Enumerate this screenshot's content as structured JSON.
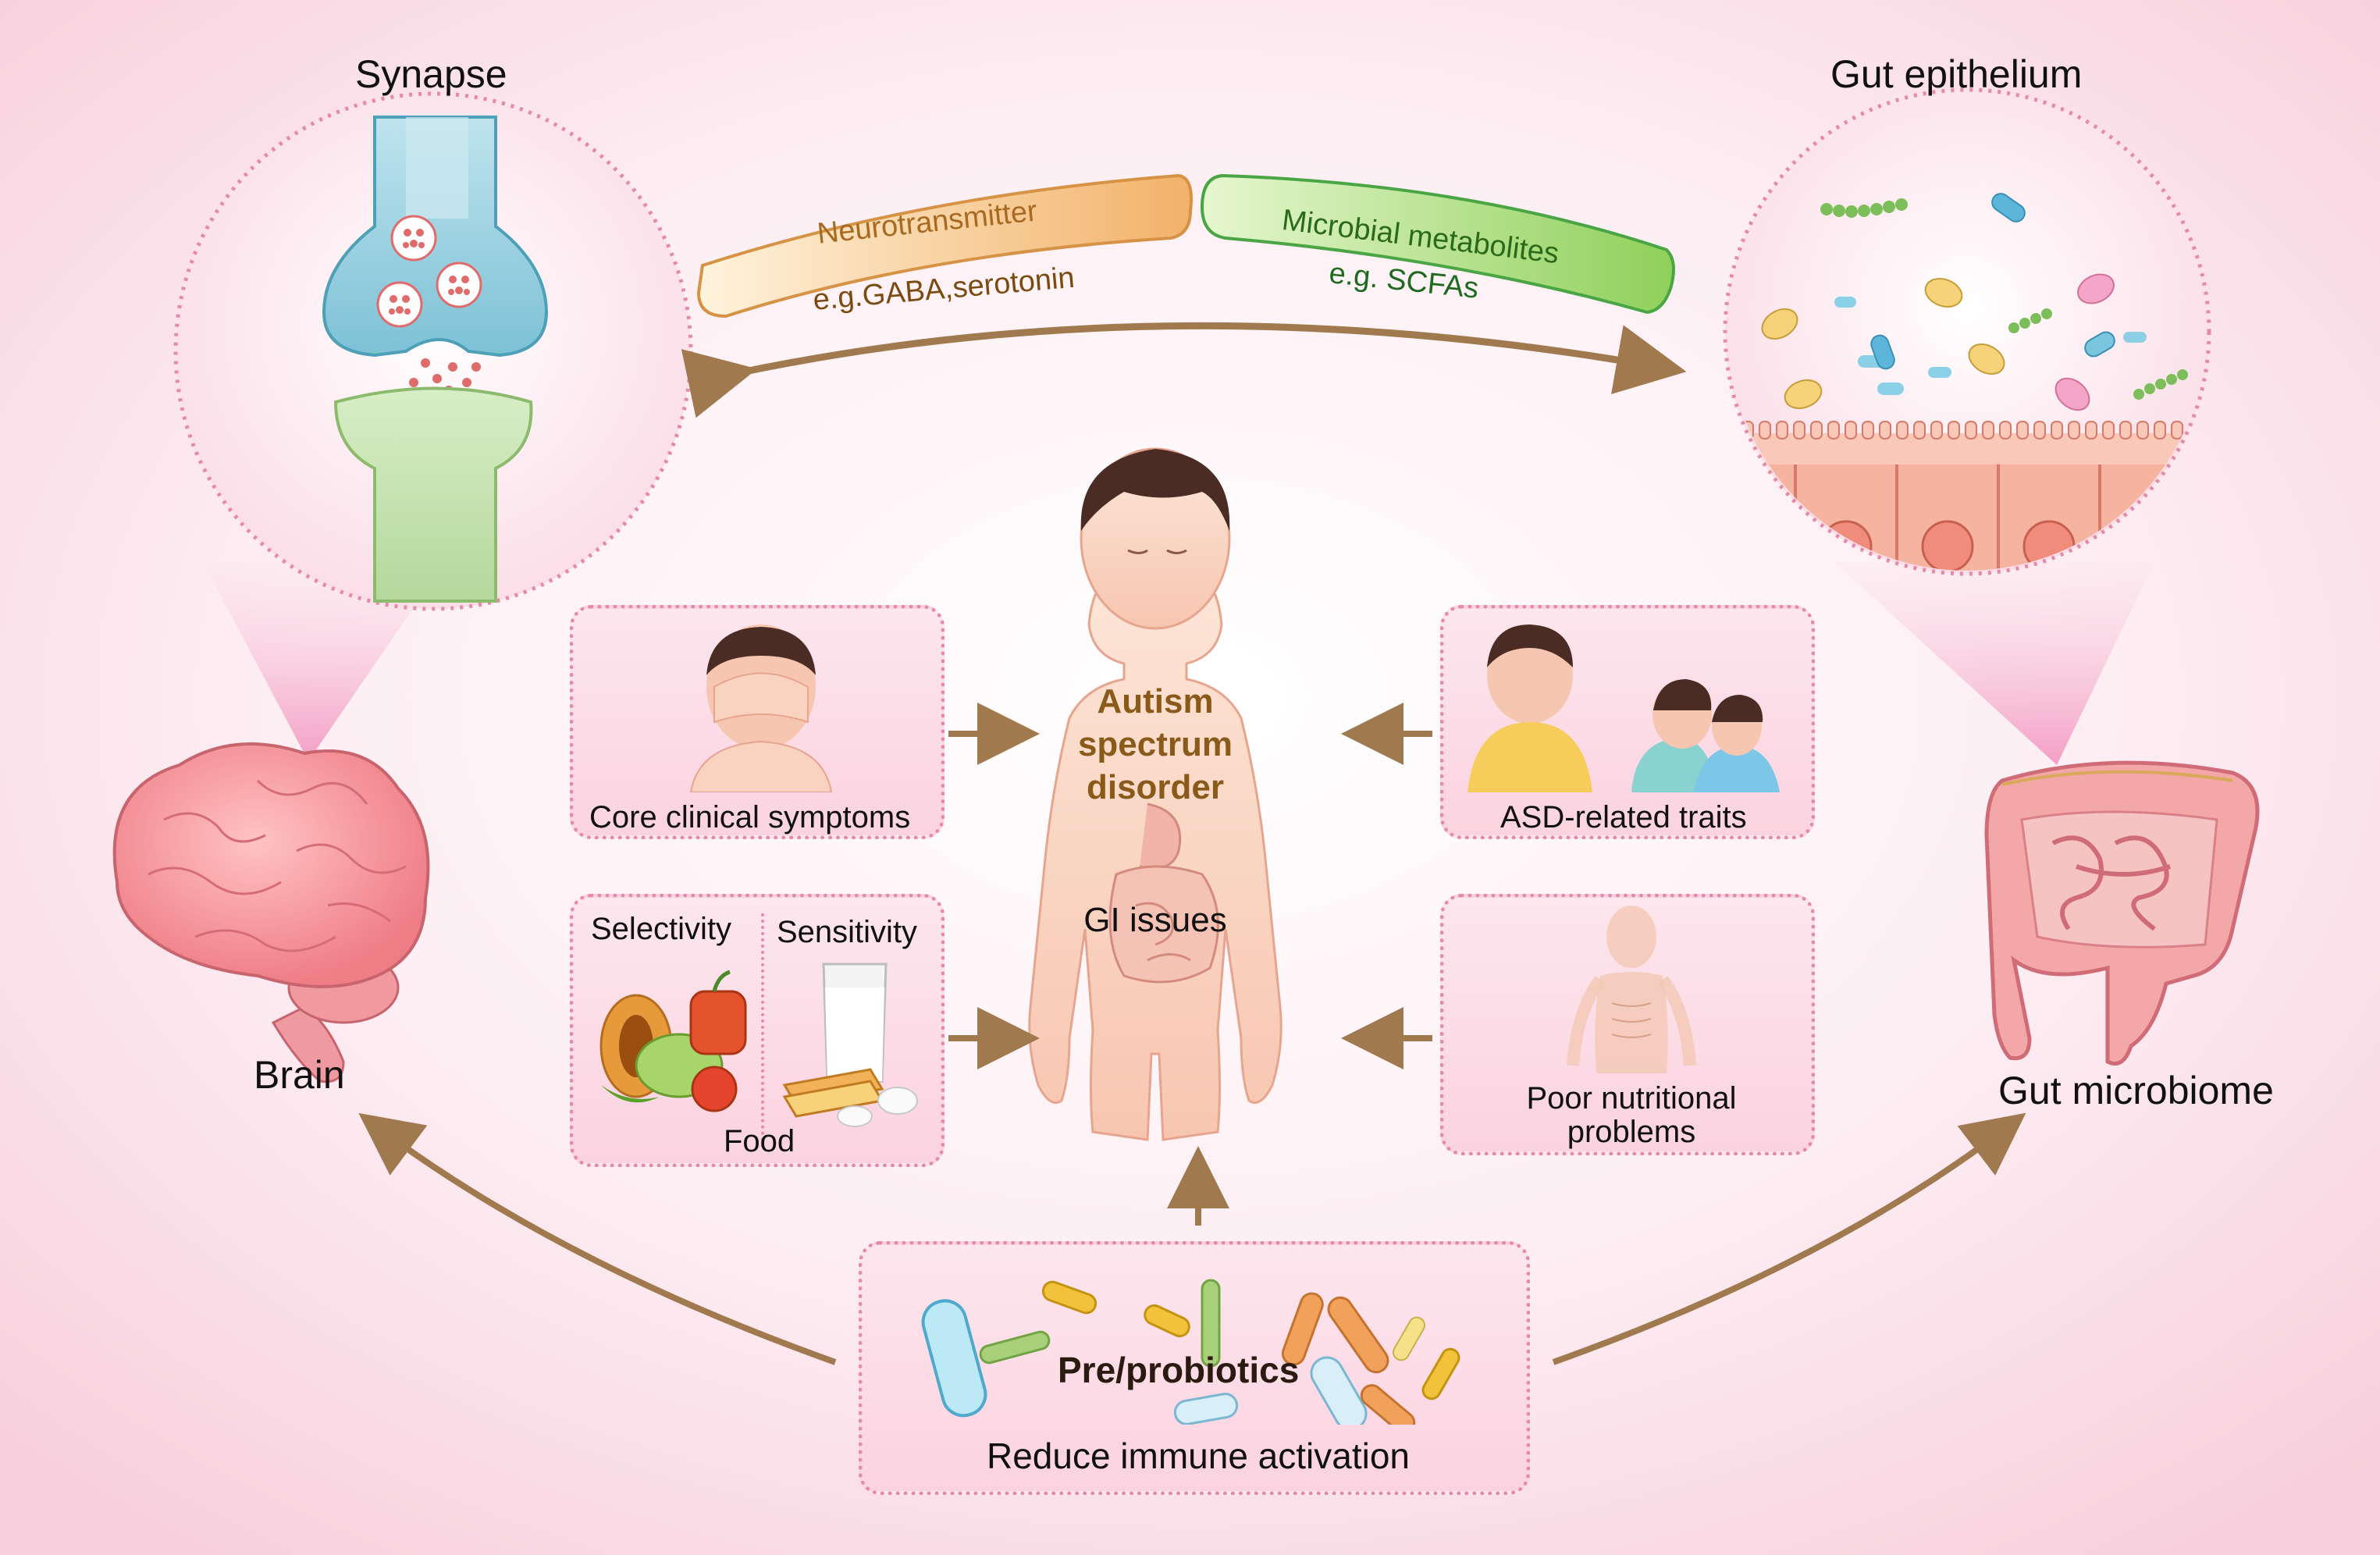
{
  "labels": {
    "synapse": "Synapse",
    "gut_epithelium": "Gut epithelium",
    "brain": "Brain",
    "gut_microbiome": "Gut microbiome",
    "neurotransmitter": "Neurotransmitter",
    "neurotransmitter_example": "e.g.GABA,serotonin",
    "microbial_metabolites": "Microbial metabolites",
    "metabolites_example": "e.g.  SCFAs",
    "autism_line1": "Autism",
    "autism_line2": "spectrum",
    "autism_line3": "disorder",
    "gi_issues": "GI issues",
    "core_clinical_symptoms": "Core clinical symptoms",
    "asd_related_traits": "ASD-related traits",
    "selectivity": "Selectivity",
    "sensitivity": "Sensitivity",
    "food": "Food",
    "poor_nutrition_line1": "Poor nutritional",
    "poor_nutrition_line2": "problems",
    "pre_probiotics": "Pre/probiotics",
    "reduce_immune_activation": "Reduce immune activation"
  },
  "colors": {
    "background": "#fde4ec",
    "arrow": "#a0794e",
    "neurotransmitter_band": "#f6c98e",
    "metabolite_band": "#b9e08f",
    "autism_text": "#8a5a1a",
    "box_border": "#e58aa8"
  },
  "icons": [
    "synapse-illustration",
    "gut-epithelium-illustration",
    "brain-illustration",
    "gut-microbiome-illustration",
    "child-figure",
    "covering-face-child-icon",
    "sad-children-icon",
    "food-icon",
    "milk-bread-icon",
    "thin-body-icon",
    "probiotic-bacteria-icon"
  ]
}
